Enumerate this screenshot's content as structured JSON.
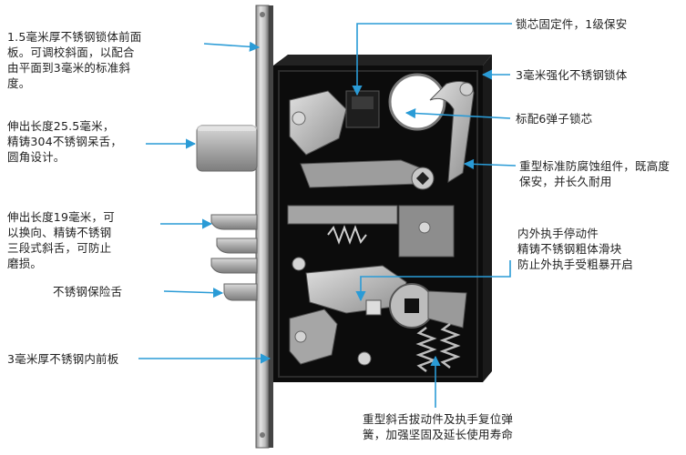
{
  "colors": {
    "arrow": "#2a9bd6",
    "lock_body": "#0c0c0c",
    "faceplate": "#c9c9c9",
    "steel": "#b7b7b7"
  },
  "labels": {
    "faceplate_bevel": "1.5毫米厚不锈钢锁体前面\n板。可调校斜面，以配合\n由平面到3毫米的标准斜\n度。",
    "deadbolt": "伸出长度25.5毫米，\n精铸304不锈钢呆舌，\n圆角设计。",
    "latch": "伸出长度19毫米，可\n以换向、精铸不锈钢\n三段式斜舌，可防止\n磨损。",
    "guard_latch": "不锈钢保险舌",
    "inner_plate": "3毫米厚不锈钢内前板",
    "cylinder_screw": "锁芯固定件，1级保安",
    "case": "3毫米强化不锈钢锁体",
    "cylinder": "标配6弹子锁芯",
    "components": "重型标准防腐蚀组件，既高度\n保安，并长久耐用",
    "stop_slider": "内外执手停动件\n精铸不锈钢粗体滑块\n防止外执手受粗暴开启",
    "springs": "重型斜舌拔动件及执手复位弹\n簧，加强坚固及延长使用寿命"
  }
}
